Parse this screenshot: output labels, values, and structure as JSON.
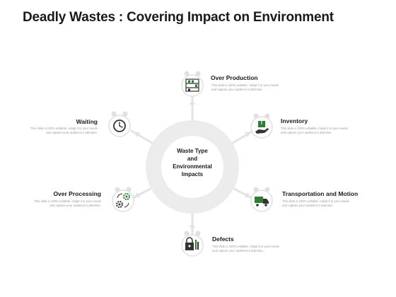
{
  "title": "Deadly Wastes : Covering Impact on Environment",
  "hub": {
    "line1": "Waste Type",
    "line2": "and",
    "line3": "Environmental",
    "line4": "Impacts"
  },
  "nodes": {
    "over_production": {
      "title": "Over Production",
      "desc": "This slide is 100% editable. Adapt it to your needs and capture your audience's attention.",
      "icon": "warehouse-shelves-icon"
    },
    "inventory": {
      "title": "Inventory",
      "desc": "This slide is 100% editable. Adapt it to your needs and capture your audience's attention.",
      "icon": "hand-box-icon"
    },
    "transportation": {
      "title": "Transportation and Motion",
      "desc": "This slide is 100% editable. Adapt it to your needs and capture your audience's attention.",
      "icon": "delivery-truck-icon"
    },
    "defects": {
      "title": "Defects",
      "desc": "This slide is 100% editable. Adapt it to your needs and capture your audience's attention.",
      "icon": "lock-tools-icon"
    },
    "over_processing": {
      "title": "Over Processing",
      "desc": "This slide is 100% editable. Adapt it to your needs and capture your audience's attention.",
      "icon": "gears-cycle-icon"
    },
    "waiting": {
      "title": "Waiting",
      "desc": "This slide is 100% editable. Adapt it to your needs and capture your audience's attention.",
      "icon": "clock-icon"
    }
  },
  "colors": {
    "ring": "#ececec",
    "ring_inner": "#f4f4f4",
    "connector": "#e3e3e3",
    "accent": "#2e7d32",
    "icon_dark": "#333333"
  }
}
